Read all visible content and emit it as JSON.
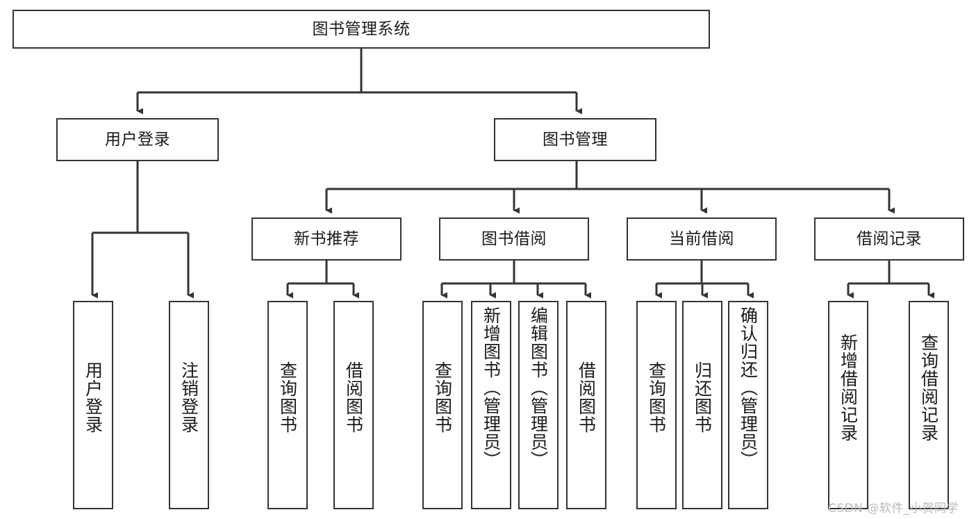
{
  "diagram": {
    "title": "图书管理系统",
    "type": "tree-hierarchy-chart",
    "watermark": "CSDN @软件_小贺同学",
    "root": {
      "label": "图书管理系统"
    },
    "level2": [
      {
        "label": "用户登录"
      },
      {
        "label": "图书管理"
      }
    ],
    "level3": [
      {
        "label": "新书推荐"
      },
      {
        "label": "图书借阅"
      },
      {
        "label": "当前借阅"
      },
      {
        "label": "借阅记录"
      }
    ],
    "leaves": {
      "user_login": [
        {
          "label": "用户登录"
        },
        {
          "label": "注销登录"
        }
      ],
      "new_book_recommend": [
        {
          "label": "查询图书"
        },
        {
          "label": "借阅图书"
        }
      ],
      "book_borrow": [
        {
          "label": "查询图书"
        },
        {
          "label": "新增图书（管理员）"
        },
        {
          "label": "编辑图书（管理员）"
        },
        {
          "label": "借阅图书"
        }
      ],
      "current_borrow": [
        {
          "label": "查询图书"
        },
        {
          "label": "归还图书"
        },
        {
          "label": "确认归还（管理员）"
        }
      ],
      "borrow_record": [
        {
          "label": "新增借阅记录"
        },
        {
          "label": "查询借阅记录"
        }
      ]
    }
  },
  "colors": {
    "stroke": "#333333",
    "text": "#1a1a1a",
    "background": "#ffffff",
    "watermark": "#b9b9b9"
  }
}
